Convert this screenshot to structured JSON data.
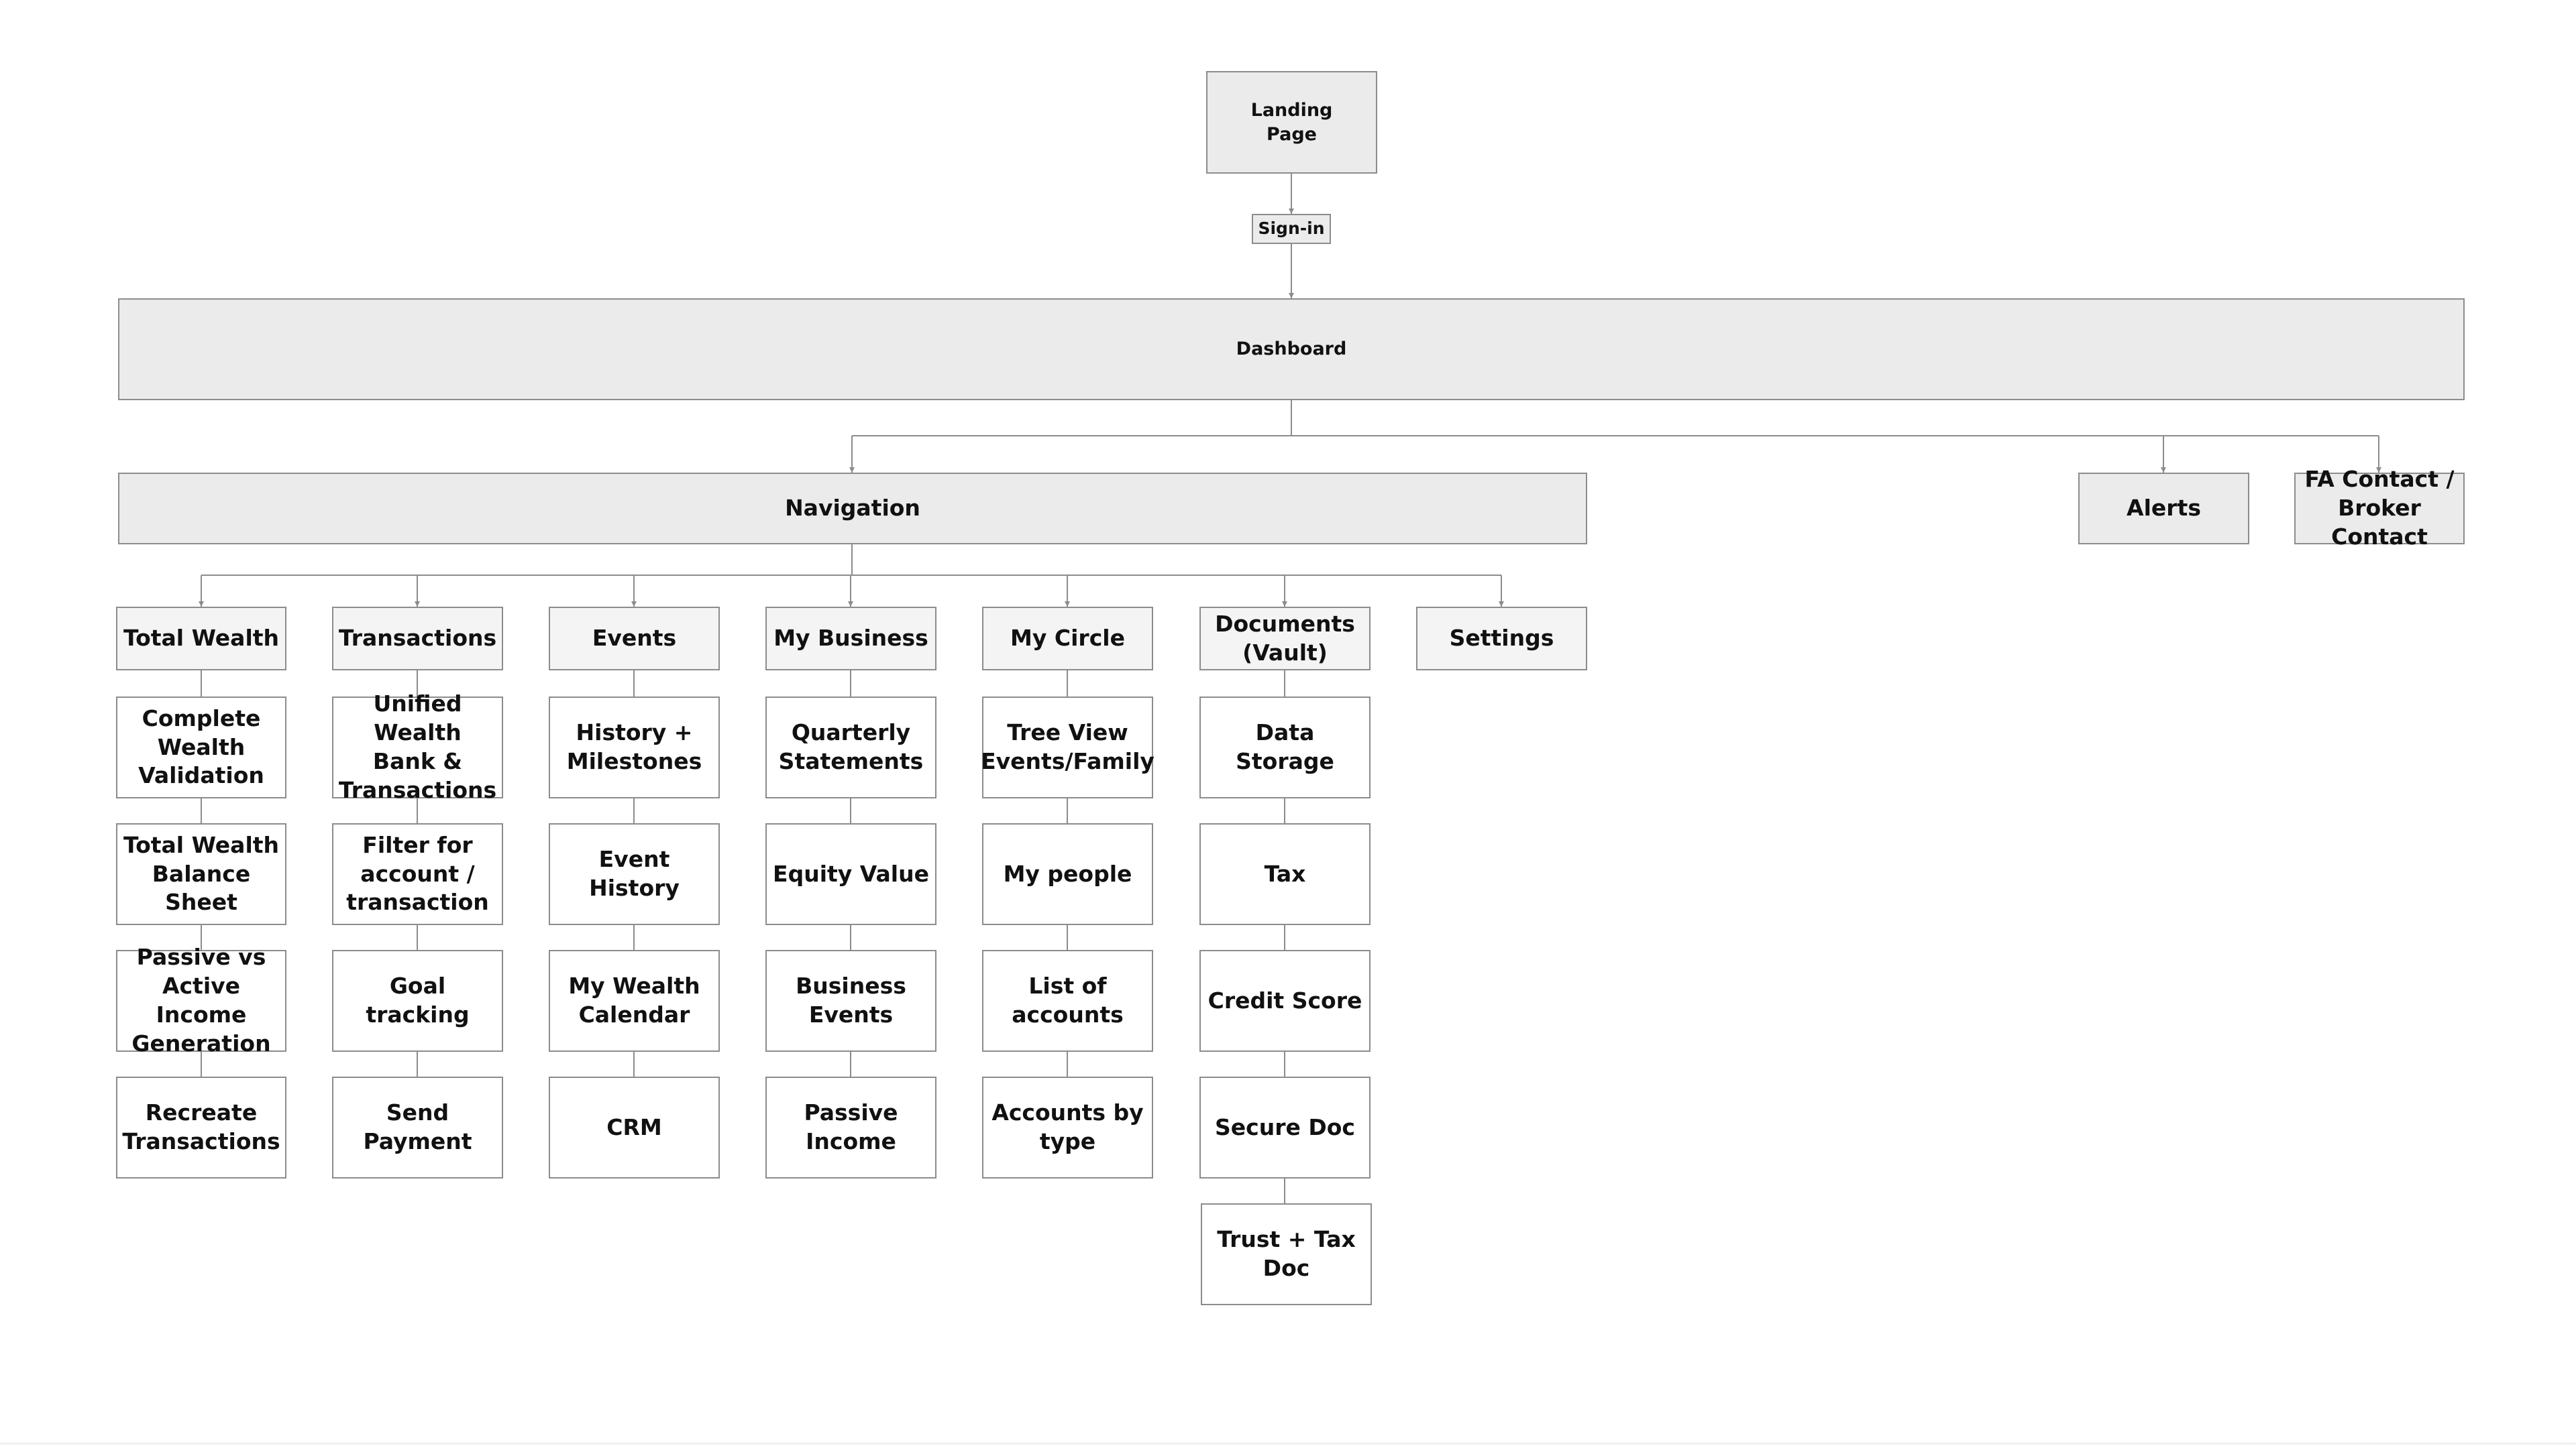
{
  "diagram": {
    "top": {
      "landing": "Landing\nPage",
      "signin": "Sign-in",
      "dashboard": "Dashboard"
    },
    "level2": {
      "navigation": "Navigation",
      "alerts": "Alerts",
      "fa_contact": "FA Contact /\nBroker Contact"
    },
    "columns": [
      {
        "header": "Total Wealth",
        "items": [
          "Complete\nWealth\nValidation",
          "Total Wealth\nBalance Sheet",
          "Passive vs\nActive Income\nGeneration",
          "Recreate\nTransactions"
        ]
      },
      {
        "header": "Transactions",
        "items": [
          "Unified Wealth\nBank &\nTransactions",
          "Filter for\naccount /\ntransaction",
          "Goal tracking",
          "Send Payment"
        ]
      },
      {
        "header": "Events",
        "items": [
          "History +\nMilestones",
          "Event History",
          "My Wealth\nCalendar",
          "CRM"
        ]
      },
      {
        "header": "My Business",
        "items": [
          "Quarterly\nStatements",
          "Equity Value",
          "Business\nEvents",
          "Passive\nIncome"
        ]
      },
      {
        "header": "My Circle",
        "items": [
          "Tree View\nEvents/Family",
          "My people",
          "List of\naccounts",
          "Accounts by\ntype"
        ]
      },
      {
        "header": "Documents\n(Vault)",
        "items": [
          "Data Storage",
          "Tax",
          "Credit Score",
          "Secure Doc",
          "Trust + Tax Doc"
        ]
      },
      {
        "header": "Settings",
        "items": []
      }
    ]
  },
  "colors": {
    "box_border": "#8c8c8c",
    "connector": "#8c8c8c",
    "top_fill": "#ebebeb",
    "header_fill": "#f4f4f4",
    "leaf_fill": "#ffffff",
    "text": "#111111"
  }
}
